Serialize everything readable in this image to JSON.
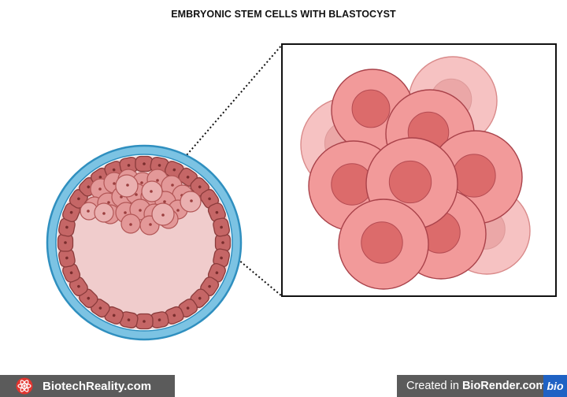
{
  "title": "EMBRYONIC STEM CELLS WITH BLASTOCYST",
  "footer": {
    "left_brand": "BiotechReality.com",
    "left_logo_icon": "atom-logo-icon",
    "right_prefix": "Created in ",
    "right_brand": "BioRender.com",
    "right_badge": "bio"
  },
  "colors": {
    "zona": "#7cc3e3",
    "zona_edge": "#2f8fbf",
    "trophoblast": "#c56666",
    "trophoblast_edge": "#8a3b3b",
    "blastocoel": "#f0cccc",
    "icm_cell": "#e39898",
    "stem_cell": "#f29a9a",
    "stem_nucleus": "#dc6b6b",
    "stem_cell_faded": "#f6c2c2"
  }
}
